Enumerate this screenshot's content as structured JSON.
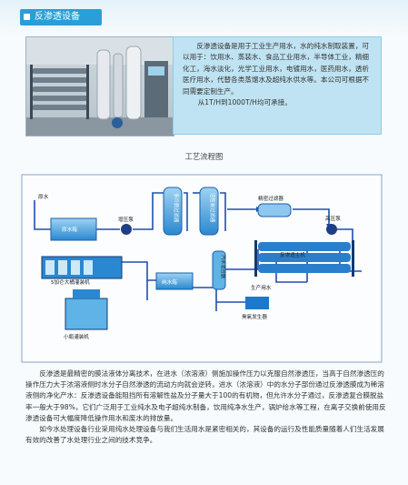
{
  "header": {
    "title": "反渗透设备"
  },
  "intro": {
    "paragraph": "反渗透设备是用于工业生产用水，水的纯水制取装置，可以用于：饮用水、蒸装水、食品工业用水，半导体工业，精细化工，海水淡化，光学工业用水，电镀用水，医药用水，透析医疗用水，代替各类蒸馏水及超纯水供水等。本公司可根据不同需要定制生产。",
    "capacity": "从1T/H到1000T/H均可承接。"
  },
  "flow": {
    "title": "工艺流程图",
    "labels": {
      "raw_water": "原水",
      "raw_tank": "原水箱",
      "booster_pump": "增压泵",
      "multi_filter": "多介质过滤器",
      "carbon_filter": "活性炭过滤器",
      "precision_filter": "精密过滤器",
      "high_pump": "高压泵",
      "ro_host": "反渗透主机",
      "pure_tank": "纯水箱",
      "filling": "5加仑大桶灌装机",
      "small_filling": "小瓶灌装机",
      "production": "生产用水",
      "ozone": "臭氧发生器",
      "ozone_mix": "汽水混合器"
    }
  },
  "description": {
    "p1": "反渗透是最精密的膜法液体分离技术，在进水（浓溶液）侧施加操作压力以克服自然渗透压，当高于自然渗透压的操作压力大于浓溶液侧时水分子自然渗透的流动方向就会逆转，进水（浓溶液）中的水分子部份通过反渗透膜成为稀溶液侧的净化产水：反渗透设备能阻挡所有溶解性盐及分子量大于100的有机物，但允许水分子通过，反渗透复合膜脱盐率一般大于98%，它们广泛用于工业纯水及电子超纯水制备，饮用纯净水生产，锅炉给水等工程，在离子交换前使用反渗透设备可大幅度降低操作用水和废水的排放量。",
    "p2": "如今水处理设备行业采用纯水处理设备与我们生活用水是紧密相关的，其设备的运行及性能质量随着人们生活发展有效的改善了水处理行业之间的技术竞争。"
  },
  "colors": {
    "accent": "#2a9ed6",
    "box_bg": "#bfe3f2",
    "pipe": "#1f4fb0",
    "tank": "#1e78c8",
    "light_tank": "#5fb3e6"
  }
}
